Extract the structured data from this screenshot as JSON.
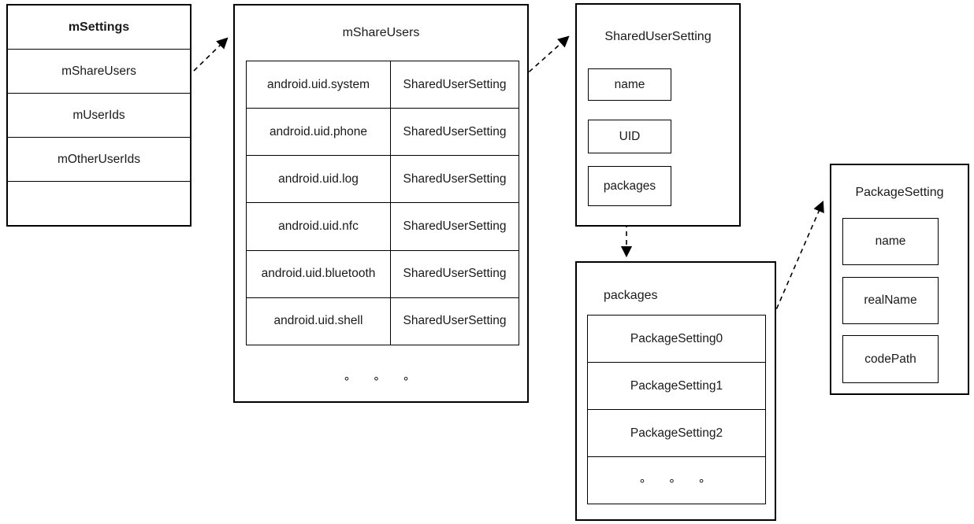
{
  "colors": {
    "background": "#ffffff",
    "line": "#000000",
    "text": "#1a1a1a"
  },
  "msettings": {
    "title": "mSettings",
    "rows": [
      "mShareUsers",
      "mUserIds",
      "mOtherUserIds"
    ]
  },
  "mshareusers": {
    "title": "mShareUsers",
    "rows": [
      {
        "key": "android.uid.system",
        "value": "SharedUserSetting"
      },
      {
        "key": "android.uid.phone",
        "value": "SharedUserSetting"
      },
      {
        "key": "android.uid.log",
        "value": "SharedUserSetting"
      },
      {
        "key": "android.uid.nfc",
        "value": "SharedUserSetting"
      },
      {
        "key": "android.uid.bluetooth",
        "value": "SharedUserSetting"
      },
      {
        "key": "android.uid.shell",
        "value": "SharedUserSetting"
      }
    ],
    "ellipsis": "∘ ∘ ∘"
  },
  "shared_user_setting": {
    "title": "SharedUserSetting",
    "fields": [
      "name",
      "UID",
      "packages"
    ]
  },
  "packages_list": {
    "title": "packages",
    "rows": [
      "PackageSetting0",
      "PackageSetting1",
      "PackageSetting2"
    ],
    "ellipsis": "∘ ∘ ∘"
  },
  "package_setting": {
    "title": "PackageSetting",
    "fields": [
      "name",
      "realName",
      "codePath"
    ]
  },
  "arrows": [
    {
      "from": "mSettings.mShareUsers",
      "to": "mShareUsers"
    },
    {
      "from": "mShareUsers.android.uid.system",
      "to": "SharedUserSetting"
    },
    {
      "from": "SharedUserSetting.packages",
      "to": "packages"
    },
    {
      "from": "packages.PackageSetting0",
      "to": "PackageSetting"
    }
  ]
}
